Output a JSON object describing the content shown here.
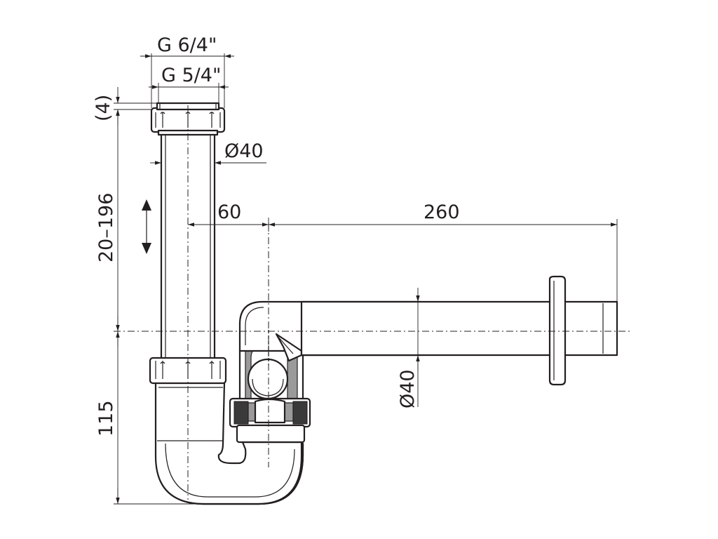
{
  "drawing": {
    "labels": {
      "thread_outer": "G 6/4\"",
      "thread_inner": "G 5/4\"",
      "gasket": "(4)",
      "pipe_diameter_top": "Ø40",
      "tube_length": "20–196",
      "offset": "60",
      "outlet_length": "260",
      "outlet_diameter": "Ø40",
      "trap_depth": "115"
    },
    "colors": {
      "line": "#231f20",
      "background": "#ffffff",
      "section_shade": "#9a9a9a"
    }
  }
}
